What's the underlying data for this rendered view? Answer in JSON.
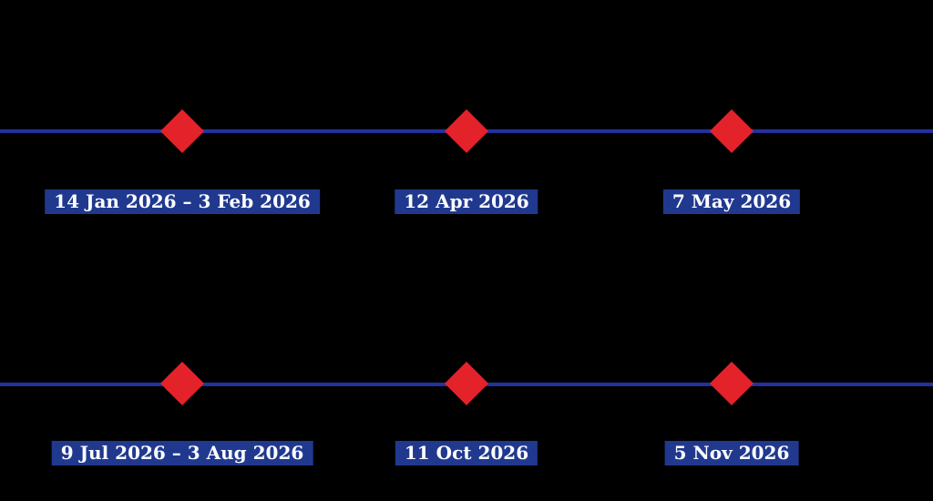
{
  "canvas": {
    "background": "#000000"
  },
  "colors": {
    "line": "#2331A0",
    "diamond": "#E3222A",
    "label_bg": "#20398F",
    "label_text": "#FFFFFF"
  },
  "timelines": [
    {
      "row": 1,
      "events": [
        {
          "date_label": "14 Jan 2026 – 3 Feb 2026"
        },
        {
          "date_label": "12 Apr 2026"
        },
        {
          "date_label": "7 May 2026"
        }
      ]
    },
    {
      "row": 2,
      "events": [
        {
          "date_label": "9 Jul 2026 – 3 Aug 2026"
        },
        {
          "date_label": "11 Oct 2026"
        },
        {
          "date_label": "5 Nov 2026"
        }
      ]
    }
  ]
}
